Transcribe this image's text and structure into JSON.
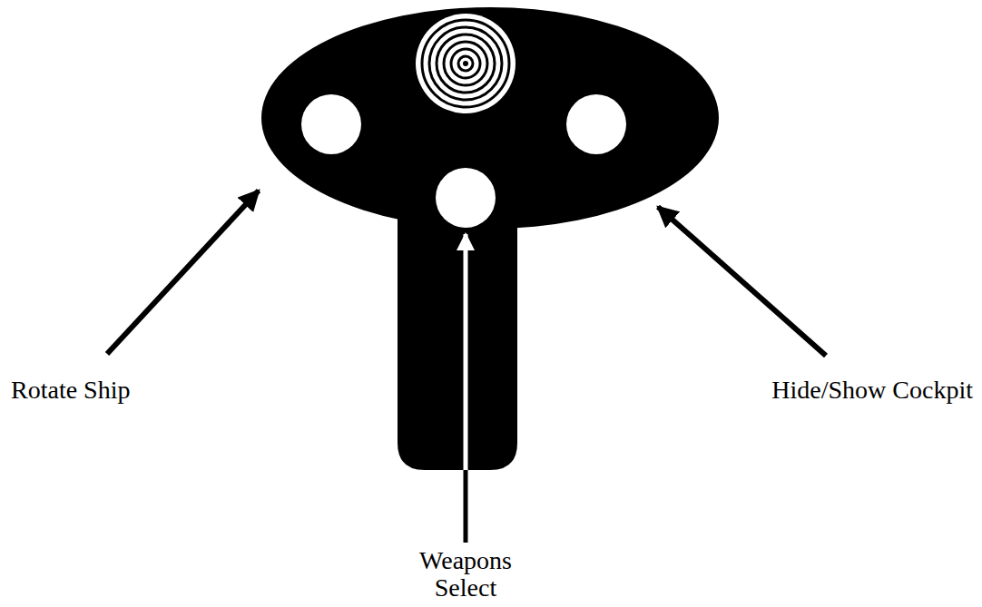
{
  "diagram": {
    "labels": [
      "Rotate Ship",
      "Weapons Select",
      "Hide/Show Cockpit"
    ]
  }
}
